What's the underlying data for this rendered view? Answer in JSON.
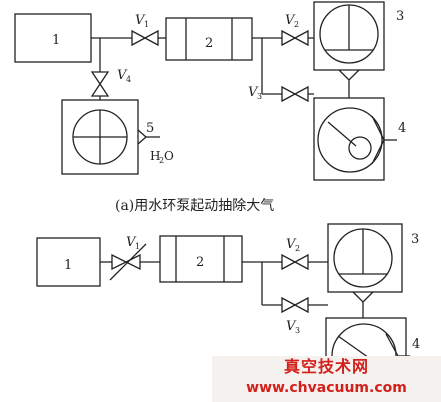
{
  "top": {
    "labels": {
      "b1": "1",
      "b2": "2",
      "p3": "3",
      "p4": "4",
      "p5": "5",
      "v1": "V",
      "v1s": "1",
      "v2": "V",
      "v2s": "2",
      "v3": "V",
      "v3s": "3",
      "v4": "V",
      "v4s": "4",
      "h2o_h": "H",
      "h2o_2": "2",
      "h2o_o": "O"
    },
    "caption": "(a)用水环泵起动抽除大气"
  },
  "bottom": {
    "labels": {
      "b1": "1",
      "b2": "2",
      "p3": "3",
      "p4": "4",
      "v1": "V",
      "v1s": "1",
      "v2": "V",
      "v2s": "2",
      "v3": "V",
      "v3s": "3"
    }
  },
  "watermark": {
    "title": "真空技术网",
    "url": "www.chvacuum.com",
    "color": "#d4201b"
  }
}
